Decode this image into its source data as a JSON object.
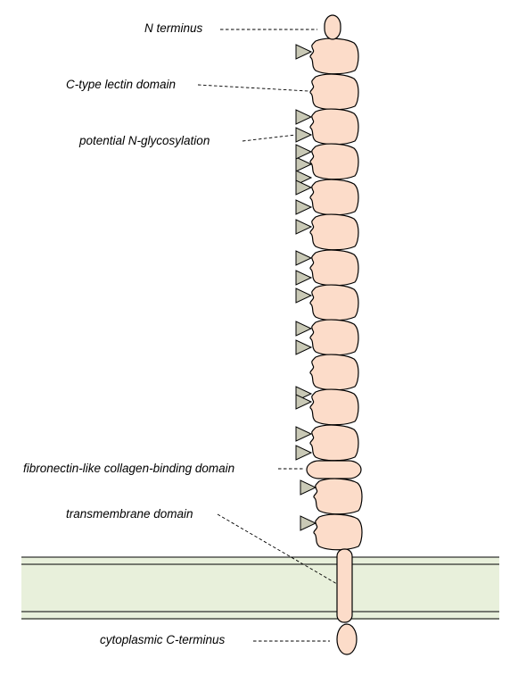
{
  "labels": {
    "n_terminus": "N terminus",
    "ctype_lectin": "C-type lectin domain",
    "n_glycosylation": "potential N-glycosylation",
    "fibronectin": "fibronectin-like collagen-binding domain",
    "transmembrane": "transmembrane domain",
    "cytoplasmic": "cytoplasmic C-terminus"
  },
  "colors": {
    "domain_fill": "#fcdcc9",
    "glycosylation_fill": "#c9c9b6",
    "membrane_fill": "#e8f0db",
    "outline": "#000000"
  },
  "structure": {
    "ctype_lectin_domain_count": 14,
    "fibronectin_domain_count": 1,
    "n_glycosylation_site_count": 20
  }
}
